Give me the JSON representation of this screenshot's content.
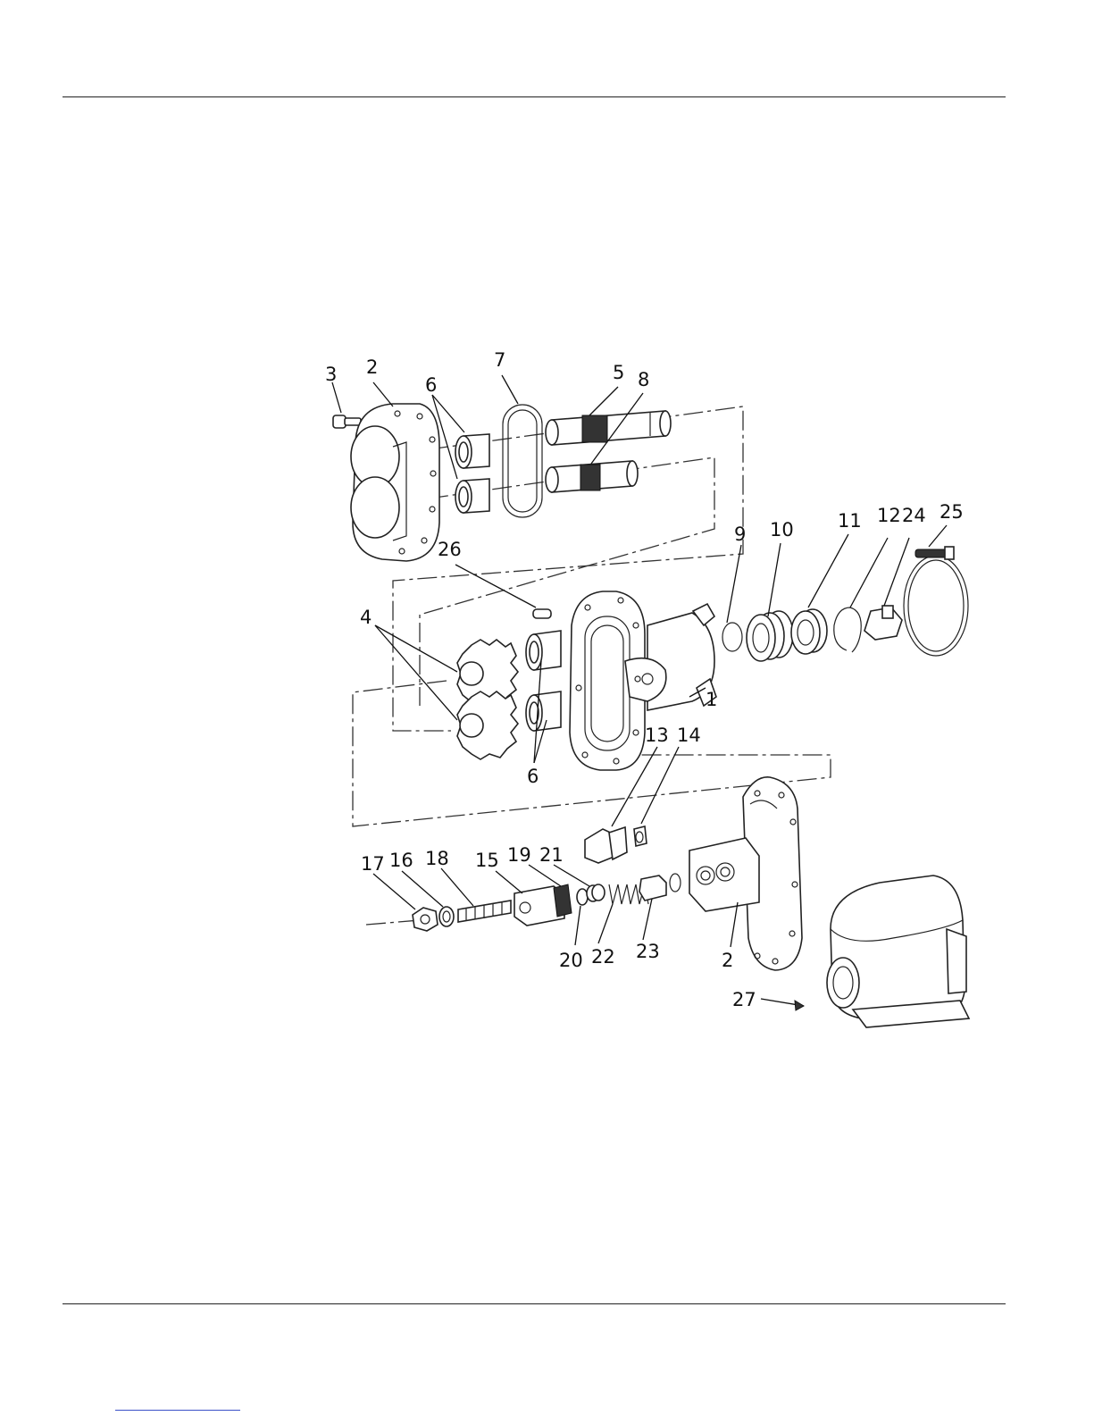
{
  "figure": {
    "callouts": [
      {
        "id": "c3a",
        "text": "3"
      },
      {
        "id": "c2a",
        "text": "2"
      },
      {
        "id": "c6a",
        "text": "6"
      },
      {
        "id": "c7",
        "text": "7"
      },
      {
        "id": "c5",
        "text": "5"
      },
      {
        "id": "c8",
        "text": "8"
      },
      {
        "id": "c26",
        "text": "26"
      },
      {
        "id": "c9",
        "text": "9"
      },
      {
        "id": "c10",
        "text": "10"
      },
      {
        "id": "c11",
        "text": "11"
      },
      {
        "id": "c12",
        "text": "12"
      },
      {
        "id": "c24",
        "text": "24"
      },
      {
        "id": "c25",
        "text": "25"
      },
      {
        "id": "c4",
        "text": "4"
      },
      {
        "id": "c1",
        "text": "1"
      },
      {
        "id": "c6b",
        "text": "6"
      },
      {
        "id": "c13",
        "text": "13"
      },
      {
        "id": "c14",
        "text": "14"
      },
      {
        "id": "c15",
        "text": "15"
      },
      {
        "id": "c19",
        "text": "19"
      },
      {
        "id": "c21",
        "text": "21"
      },
      {
        "id": "c17",
        "text": "17"
      },
      {
        "id": "c16",
        "text": "16"
      },
      {
        "id": "c18",
        "text": "18"
      },
      {
        "id": "c20",
        "text": "20"
      },
      {
        "id": "c22",
        "text": "22"
      },
      {
        "id": "c23",
        "text": "23"
      },
      {
        "id": "c2b",
        "text": "2"
      },
      {
        "id": "c27",
        "text": "27"
      }
    ]
  }
}
